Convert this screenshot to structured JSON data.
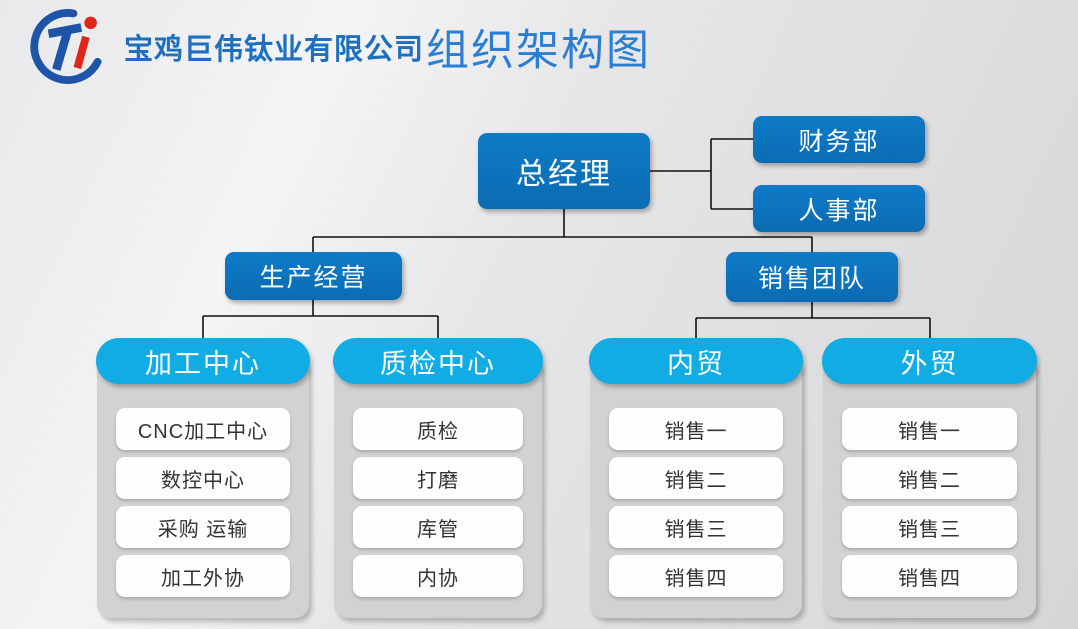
{
  "header": {
    "logo": {
      "monogram": "Ti"
    },
    "company_name": "宝鸡巨伟钛业有限公司",
    "page_title": "组织架构图"
  },
  "org": {
    "root": {
      "label": "总经理"
    },
    "staff_departments": [
      {
        "label": "财务部"
      },
      {
        "label": "人事部"
      }
    ],
    "divisions": [
      {
        "label": "生产经营"
      },
      {
        "label": "销售团队"
      }
    ],
    "columns": [
      {
        "header": "加工中心",
        "parent": "生产经营",
        "items": [
          "CNC加工中心",
          "数控中心",
          "采购 运输",
          "加工外协"
        ]
      },
      {
        "header": "质检中心",
        "parent": "生产经营",
        "items": [
          "质检",
          "打磨",
          "库管",
          "内协"
        ]
      },
      {
        "header": "内贸",
        "parent": "销售团队",
        "items": [
          "销售一",
          "销售二",
          "销售三",
          "销售四"
        ]
      },
      {
        "header": "外贸",
        "parent": "销售团队",
        "items": [
          "销售一",
          "销售二",
          "销售三",
          "销售四"
        ]
      }
    ]
  },
  "colors": {
    "node_blue": "#0b72bc",
    "pill_blue": "#12ace4",
    "panel_gray": "#d2d2d4",
    "company_title_blue": "#1d6fc0",
    "page_title_blue": "#2c7ed2",
    "logo_blue": "#1f55a8",
    "logo_red": "#e1251b",
    "connector_black": "#111111"
  }
}
